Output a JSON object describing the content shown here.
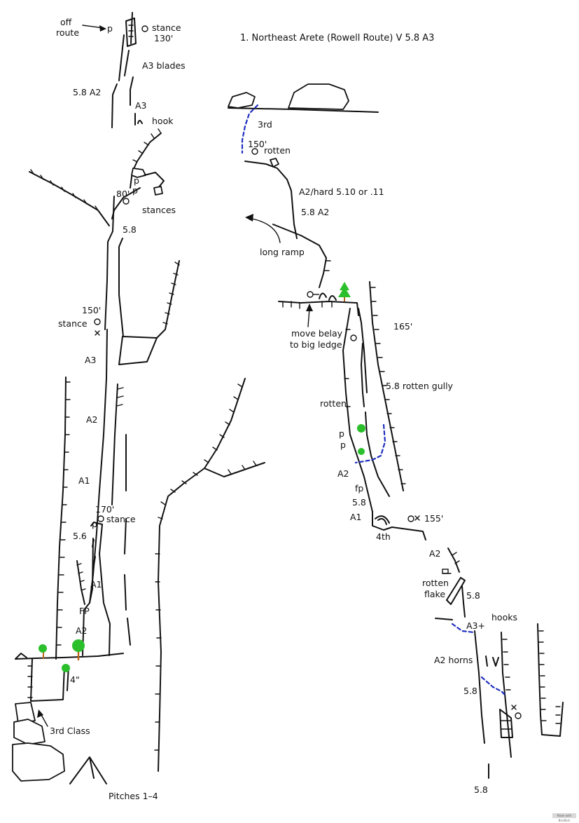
{
  "title": "1. Northeast Arete (Rowell Route) V 5.8 A3",
  "footer": "Pitches 1–4",
  "badge": "Made with Briefkirk",
  "colors": {
    "line": "#111111",
    "route_dashed": "#1f2fbf",
    "tree_green": "#2bbf2b",
    "tree_trunk": "#b5651d"
  },
  "labels": {
    "off_route_1": "off",
    "off_route_2": "route",
    "p_top": "p",
    "stance_130": "stance",
    "d130": "130'",
    "a3_blades": "A3 blades",
    "p58a2_left": "5.8 A2",
    "a3_upper": "A3",
    "hook": "hook",
    "p_80a": "p",
    "p_80b": "p",
    "d80": "80'",
    "stances": "stances",
    "p58_left": "5.8",
    "d150_left": "150'",
    "stance_150": "stance",
    "a3_mid": "A3",
    "a2_left": "A2",
    "a1_left": "A1",
    "d170": "170'",
    "stance_170": "stance",
    "p_170": "p",
    "p56": "5.6",
    "a1_lower": "A1",
    "fp_left": "FP",
    "a2_lower": "A2",
    "crack_4in": "4\"",
    "third_class": "3rd Class",
    "third": "3rd",
    "d150_right": "150'",
    "rotten_top": "rotten",
    "a2_hard": "A2/hard 5.10 or .11",
    "p58a2_right": "5.8 A2",
    "long_ramp": "long ramp",
    "move_belay_1": "move belay",
    "move_belay_2": "to big ledge",
    "d165": "165'",
    "p58_rotten_gully": "5.8 rotten gully",
    "rotten_mid": "rotten",
    "p_r1": "p",
    "p_r2": "p",
    "a2_r": "A2",
    "fp_r": "fp",
    "p58_r": "5.8",
    "a1_r": "A1",
    "fourth": "4th",
    "d155": "155'",
    "a2_r2": "A2",
    "rotten_flake_1": "rotten",
    "rotten_flake_2": "flake",
    "p58_flake": "5.8",
    "a3plus": "A3+",
    "hooks": "hooks",
    "a2_horns": "A2 horns",
    "p58_horns": "5.8",
    "p58_bottom": "5.8"
  }
}
